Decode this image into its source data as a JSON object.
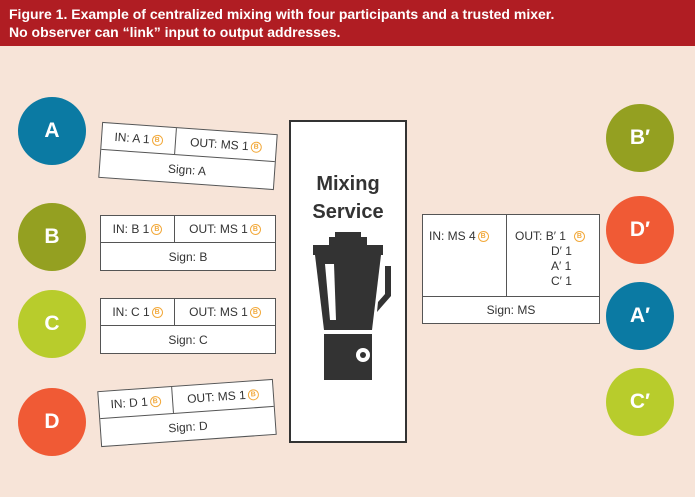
{
  "caption": {
    "line1": "Figure 1. Example of centralized mixing with four participants and a trusted mixer.",
    "line2": "No observer can “link” input to output addresses."
  },
  "colors": {
    "header": "#b01d23",
    "background": "#f7e4d8",
    "blue": "#0b7aa3",
    "olive": "#94a021",
    "lime": "#b8cc2c",
    "red": "#f05a35",
    "coin": "#f2a93b",
    "dark": "#333333"
  },
  "coin_glyph": "B",
  "inputs": [
    {
      "label": "A",
      "color": "blue",
      "in": "IN: A 1",
      "out": "OUT: MS 1",
      "sign": "Sign: A"
    },
    {
      "label": "B",
      "color": "olive",
      "in": "IN: B 1",
      "out": "OUT: MS 1",
      "sign": "Sign: B"
    },
    {
      "label": "C",
      "color": "lime",
      "in": "IN: C 1",
      "out": "OUT: MS 1",
      "sign": "Sign: C"
    },
    {
      "label": "D",
      "color": "red",
      "in": "IN: D 1",
      "out": "OUT: MS 1",
      "sign": "Sign: D"
    }
  ],
  "mixer": {
    "line1": "Mixing",
    "line2": "Service"
  },
  "ms_tx": {
    "in": "IN: MS 4",
    "out_prefix": "OUT:",
    "outputs": [
      "B′ 1",
      "D′ 1",
      "A′ 1",
      "C′ 1"
    ],
    "sign": "Sign: MS"
  },
  "outputs": [
    {
      "label": "B′",
      "color": "olive"
    },
    {
      "label": "D′",
      "color": "red"
    },
    {
      "label": "A′",
      "color": "blue"
    },
    {
      "label": "C′",
      "color": "lime"
    }
  ]
}
